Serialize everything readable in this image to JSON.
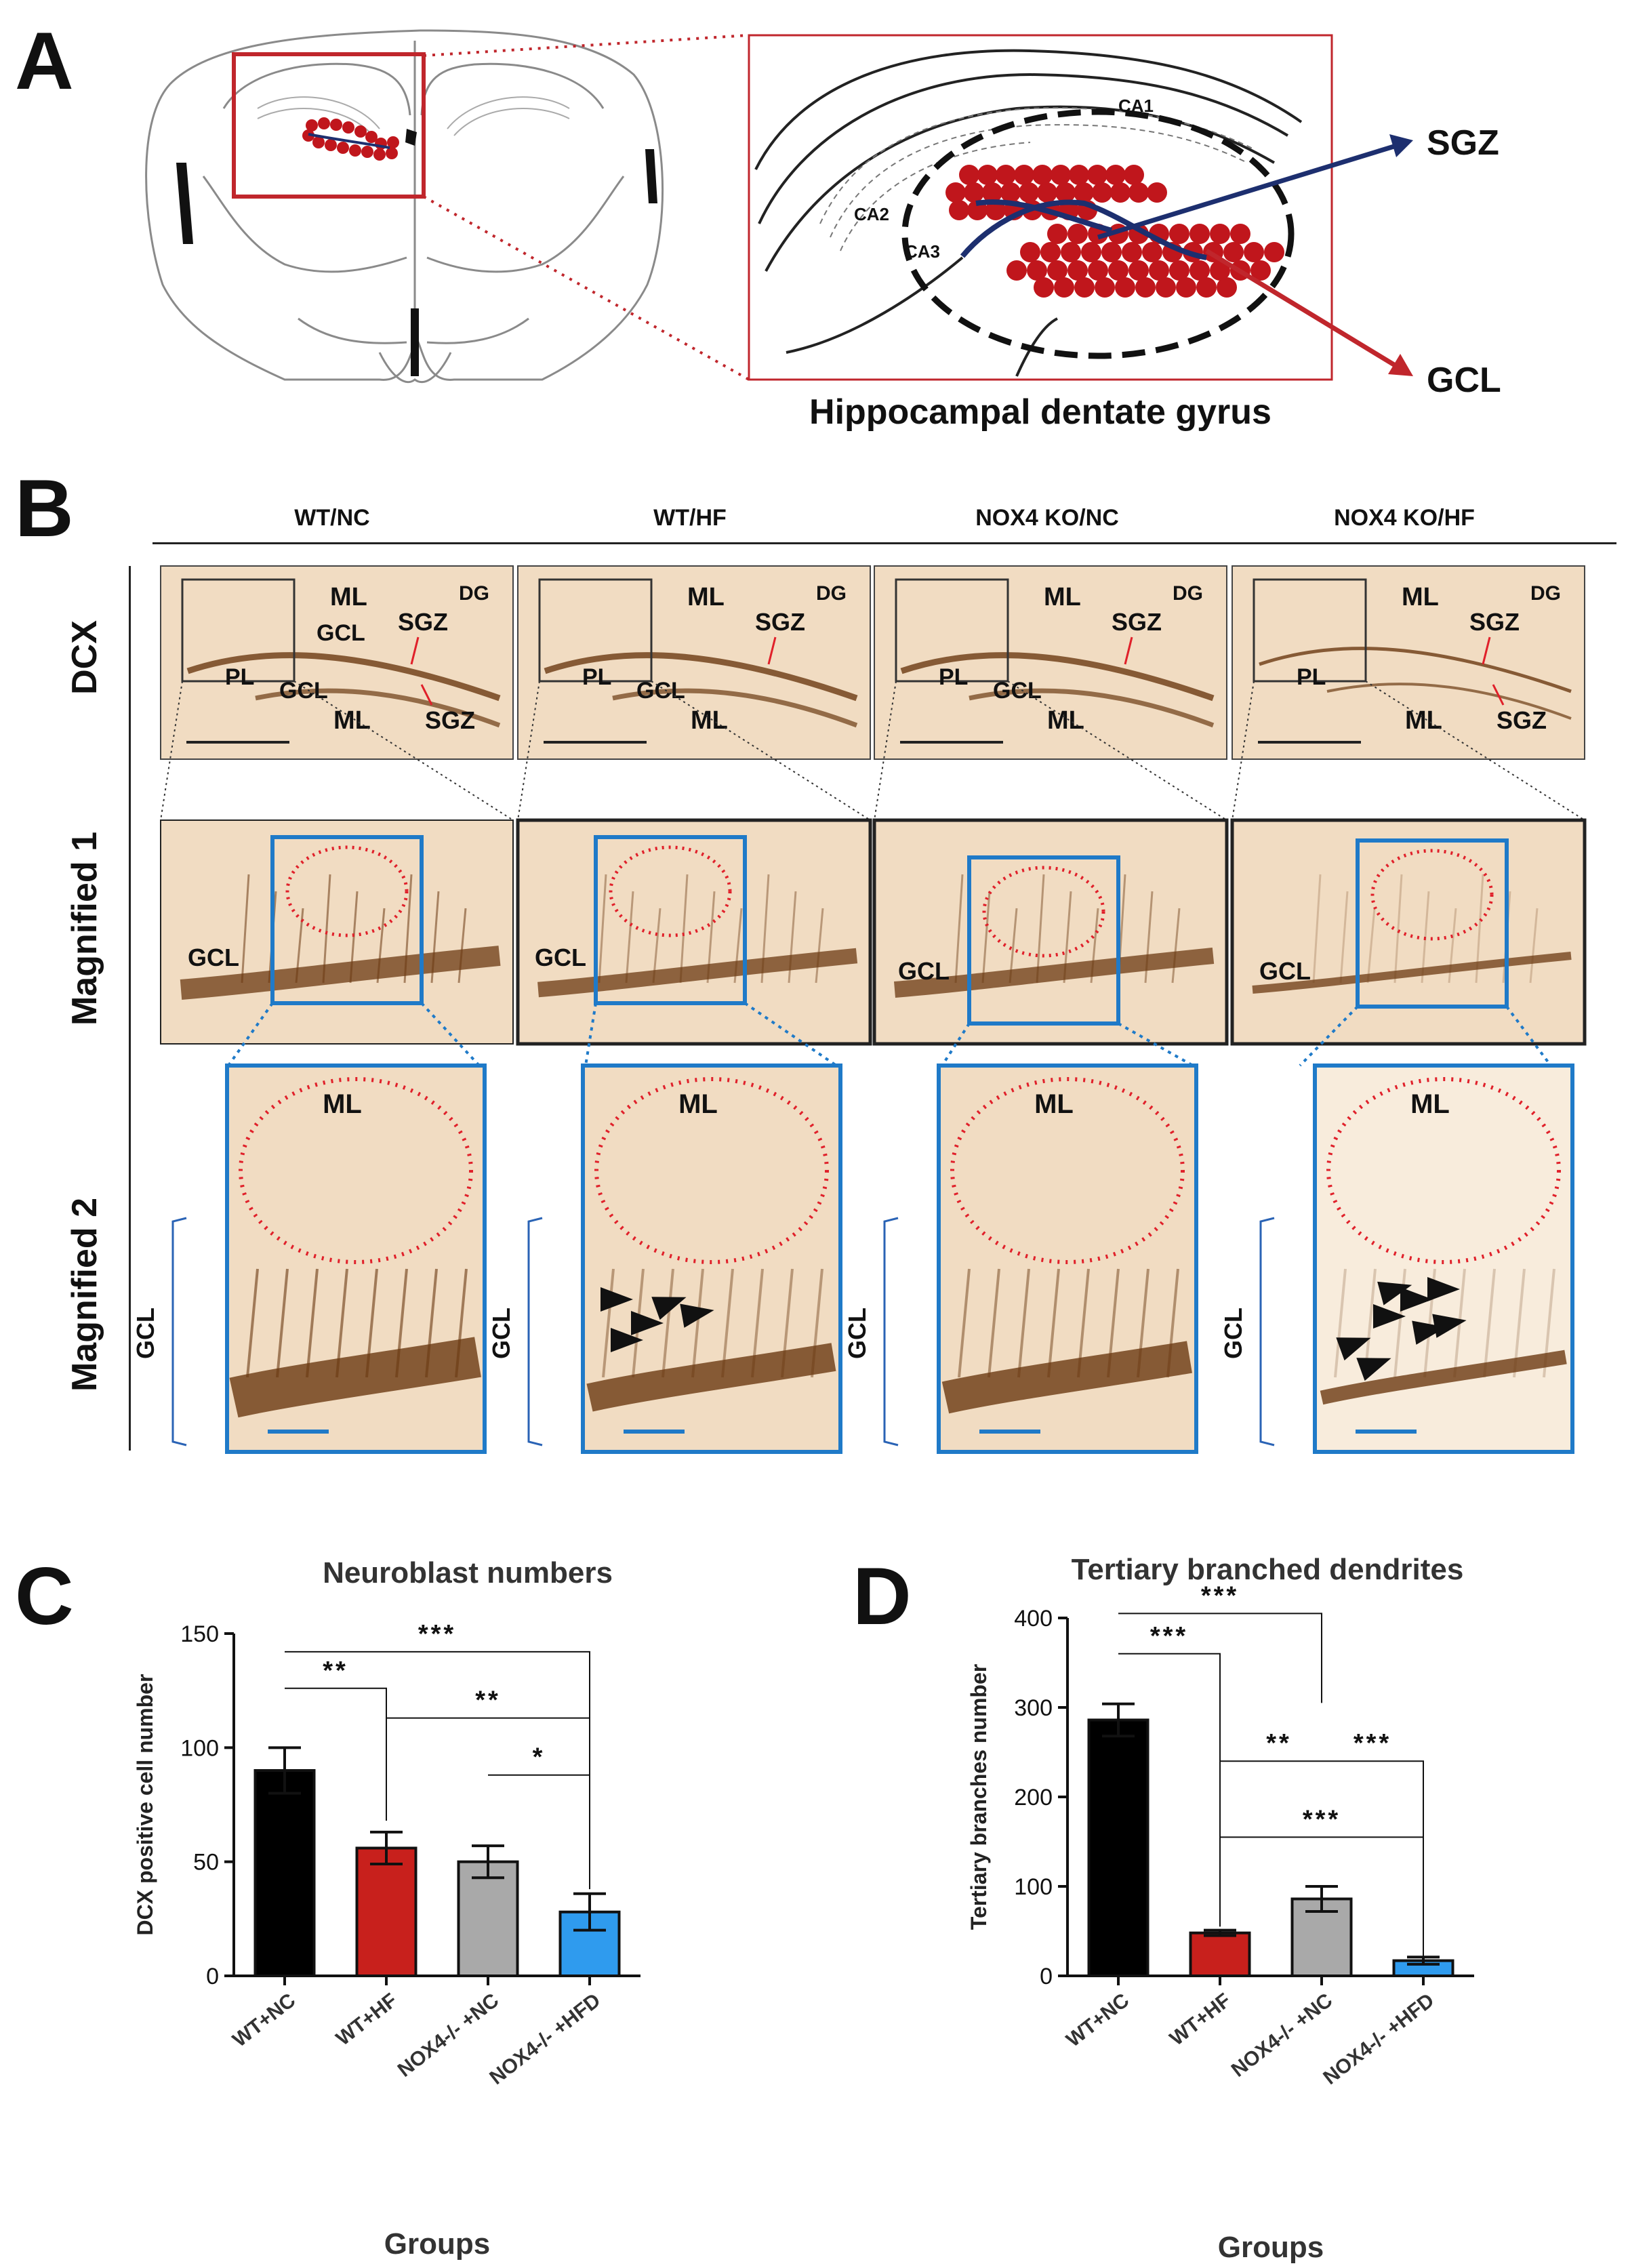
{
  "panels": {
    "A": {
      "letter": "A",
      "labels": {
        "sgz": "SGZ",
        "gcl": "GCL",
        "ca1": "CA1",
        "ca2": "CA2",
        "ca3": "CA3"
      },
      "caption": "Hippocampal dentate gyrus",
      "colors": {
        "box": "#c0262c",
        "dots": "#c0161c",
        "sgz_arrow": "#1d2f6f",
        "gcl_arrow": "#c0262c"
      }
    },
    "B": {
      "letter": "B",
      "columns": [
        "WT/NC",
        "WT/HF",
        "NOX4 KO/NC",
        "NOX4 KO/HF"
      ],
      "rows": [
        "DCX",
        "Magnified 1",
        "Magnified 2"
      ],
      "dcx_tiles": [
        {
          "dg": "DG",
          "ml_top": "ML",
          "sgz_top": "SGZ",
          "gcl_top": "GCL",
          "pl": "PL",
          "gcl_bottom": "GCL",
          "ml_bottom": "ML",
          "sgz_bottom": "SGZ"
        },
        {
          "dg": "DG",
          "ml_top": "ML",
          "sgz_top": "SGZ",
          "pl": "PL",
          "gcl_bottom": "GCL",
          "ml_bottom": "ML"
        },
        {
          "dg": "DG",
          "ml_top": "ML",
          "sgz_top": "SGZ",
          "pl": "PL",
          "gcl_bottom": "GCL",
          "ml_bottom": "ML"
        },
        {
          "dg": "DG",
          "ml_top": "ML",
          "sgz_top": "SGZ",
          "pl": "PL",
          "ml_bottom": "ML",
          "sgz_bottom": "SGZ"
        }
      ],
      "mag1_label": "GCL",
      "mag2_ml": "ML",
      "mag2_gcl": "GCL",
      "colors": {
        "frame": "#1f7ac8",
        "circle": "#e0202a",
        "tissue": "#f1dcc2",
        "stain": "#6b3a12"
      }
    },
    "C": {
      "letter": "C"
    },
    "D": {
      "letter": "D"
    }
  },
  "chart_data": [
    {
      "type": "bar",
      "title": "Neuroblast numbers",
      "xlabel": "Groups",
      "ylabel": "DCX positive cell number",
      "categories": [
        "WT+NC",
        "WT+HF",
        "NOX4-/- +NC",
        "NOX4-/- +HFD"
      ],
      "values": [
        90,
        56,
        50,
        28
      ],
      "errors": [
        10,
        7,
        7,
        8
      ],
      "colors": [
        "#000000",
        "#c8201c",
        "#a9a9a9",
        "#2f9bee"
      ],
      "ylim": [
        0,
        150
      ],
      "yticks": [
        0,
        50,
        100,
        150
      ],
      "significance": [
        {
          "from": "WT+NC",
          "to": "NOX4-/- +HFD",
          "label": "***"
        },
        {
          "from": "WT+NC",
          "to": "WT+HF",
          "label": "**"
        },
        {
          "from": "WT+HF",
          "to": "NOX4-/- +HFD",
          "label": "**"
        },
        {
          "from": "NOX4-/- +NC",
          "to": "NOX4-/- +HFD",
          "label": "*"
        }
      ]
    },
    {
      "type": "bar",
      "title": "Tertiary branched dendrites",
      "xlabel": "Groups",
      "ylabel": "Tertiary branches number",
      "categories": [
        "WT+NC",
        "WT+HF",
        "NOX4-/- +NC",
        "NOX4-/- +HFD"
      ],
      "values": [
        286,
        48,
        86,
        17
      ],
      "errors": [
        18,
        3,
        14,
        4
      ],
      "colors": [
        "#000000",
        "#c8201c",
        "#a9a9a9",
        "#2f9bee"
      ],
      "ylim": [
        0,
        400
      ],
      "yticks": [
        0,
        100,
        200,
        300,
        400
      ],
      "significance": [
        {
          "from": "WT+NC",
          "to": "NOX4-/- +NC",
          "label": "***"
        },
        {
          "from": "WT+NC",
          "to": "WT+HF",
          "label": "***"
        },
        {
          "from": "WT+HF",
          "to": "NOX4-/- +NC",
          "label": "**"
        },
        {
          "from": "NOX4-/- +NC",
          "to": "NOX4-/- +HFD",
          "label": "***"
        },
        {
          "from": "WT+HF",
          "to": "NOX4-/- +HFD",
          "label": "***"
        }
      ]
    }
  ]
}
